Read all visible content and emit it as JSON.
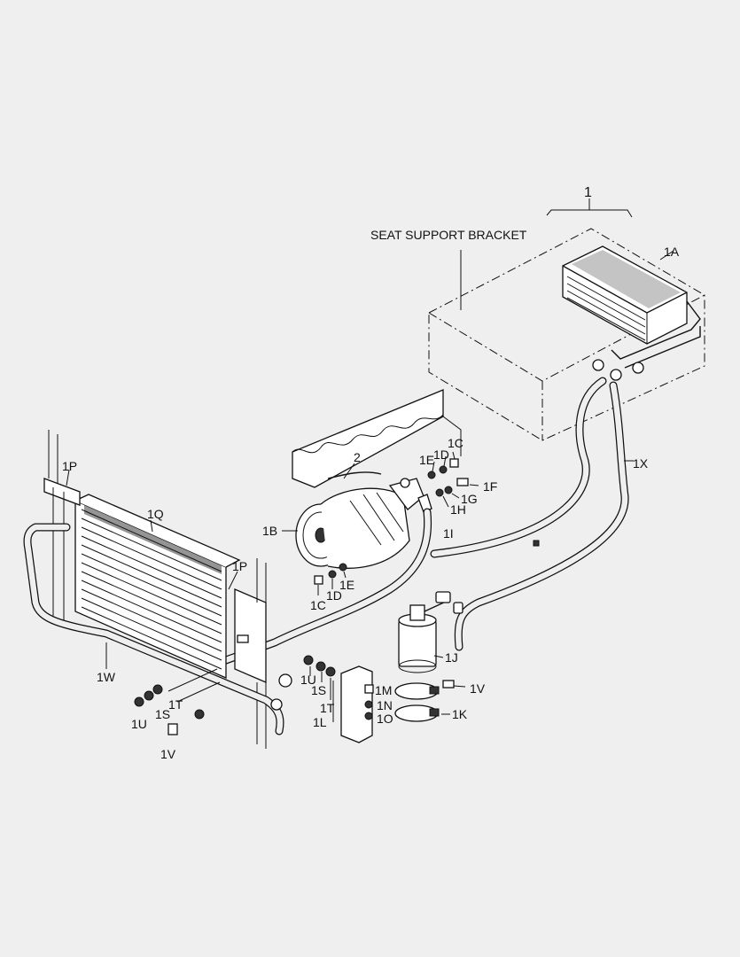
{
  "labels": {
    "assembly": "1",
    "seat_support_bracket": "SEAT SUPPORT BRACKET",
    "evaporator": "1A",
    "compressor": "1B",
    "bolt_c_top": "1C",
    "washer_d_top": "1D",
    "washer_e_top": "1E",
    "bolt_f": "1F",
    "nut_g": "1G",
    "washer_h": "1H",
    "hose_i": "1I",
    "receiver_dryer": "1J",
    "clamp_k": "1K",
    "bracket_l": "1L",
    "bolt_m": "1M",
    "washer_n": "1N",
    "nut_o": "1O",
    "mount_p_left": "1P",
    "mount_p_right": "1P",
    "condenser": "1Q",
    "washer_s_left": "1S",
    "washer_t_left": "1T",
    "nut_u_left": "1U",
    "bolt_v_left": "1V",
    "hose_w": "1W",
    "hose_x": "1X",
    "bolt_c_bottom": "1C",
    "washer_d_bottom": "1D",
    "washer_e_bottom": "1E",
    "nut_u_mid": "1U",
    "washer_s_mid": "1S",
    "washer_t_mid": "1T",
    "bolt_v_right": "1V",
    "engine_ref": "2"
  }
}
